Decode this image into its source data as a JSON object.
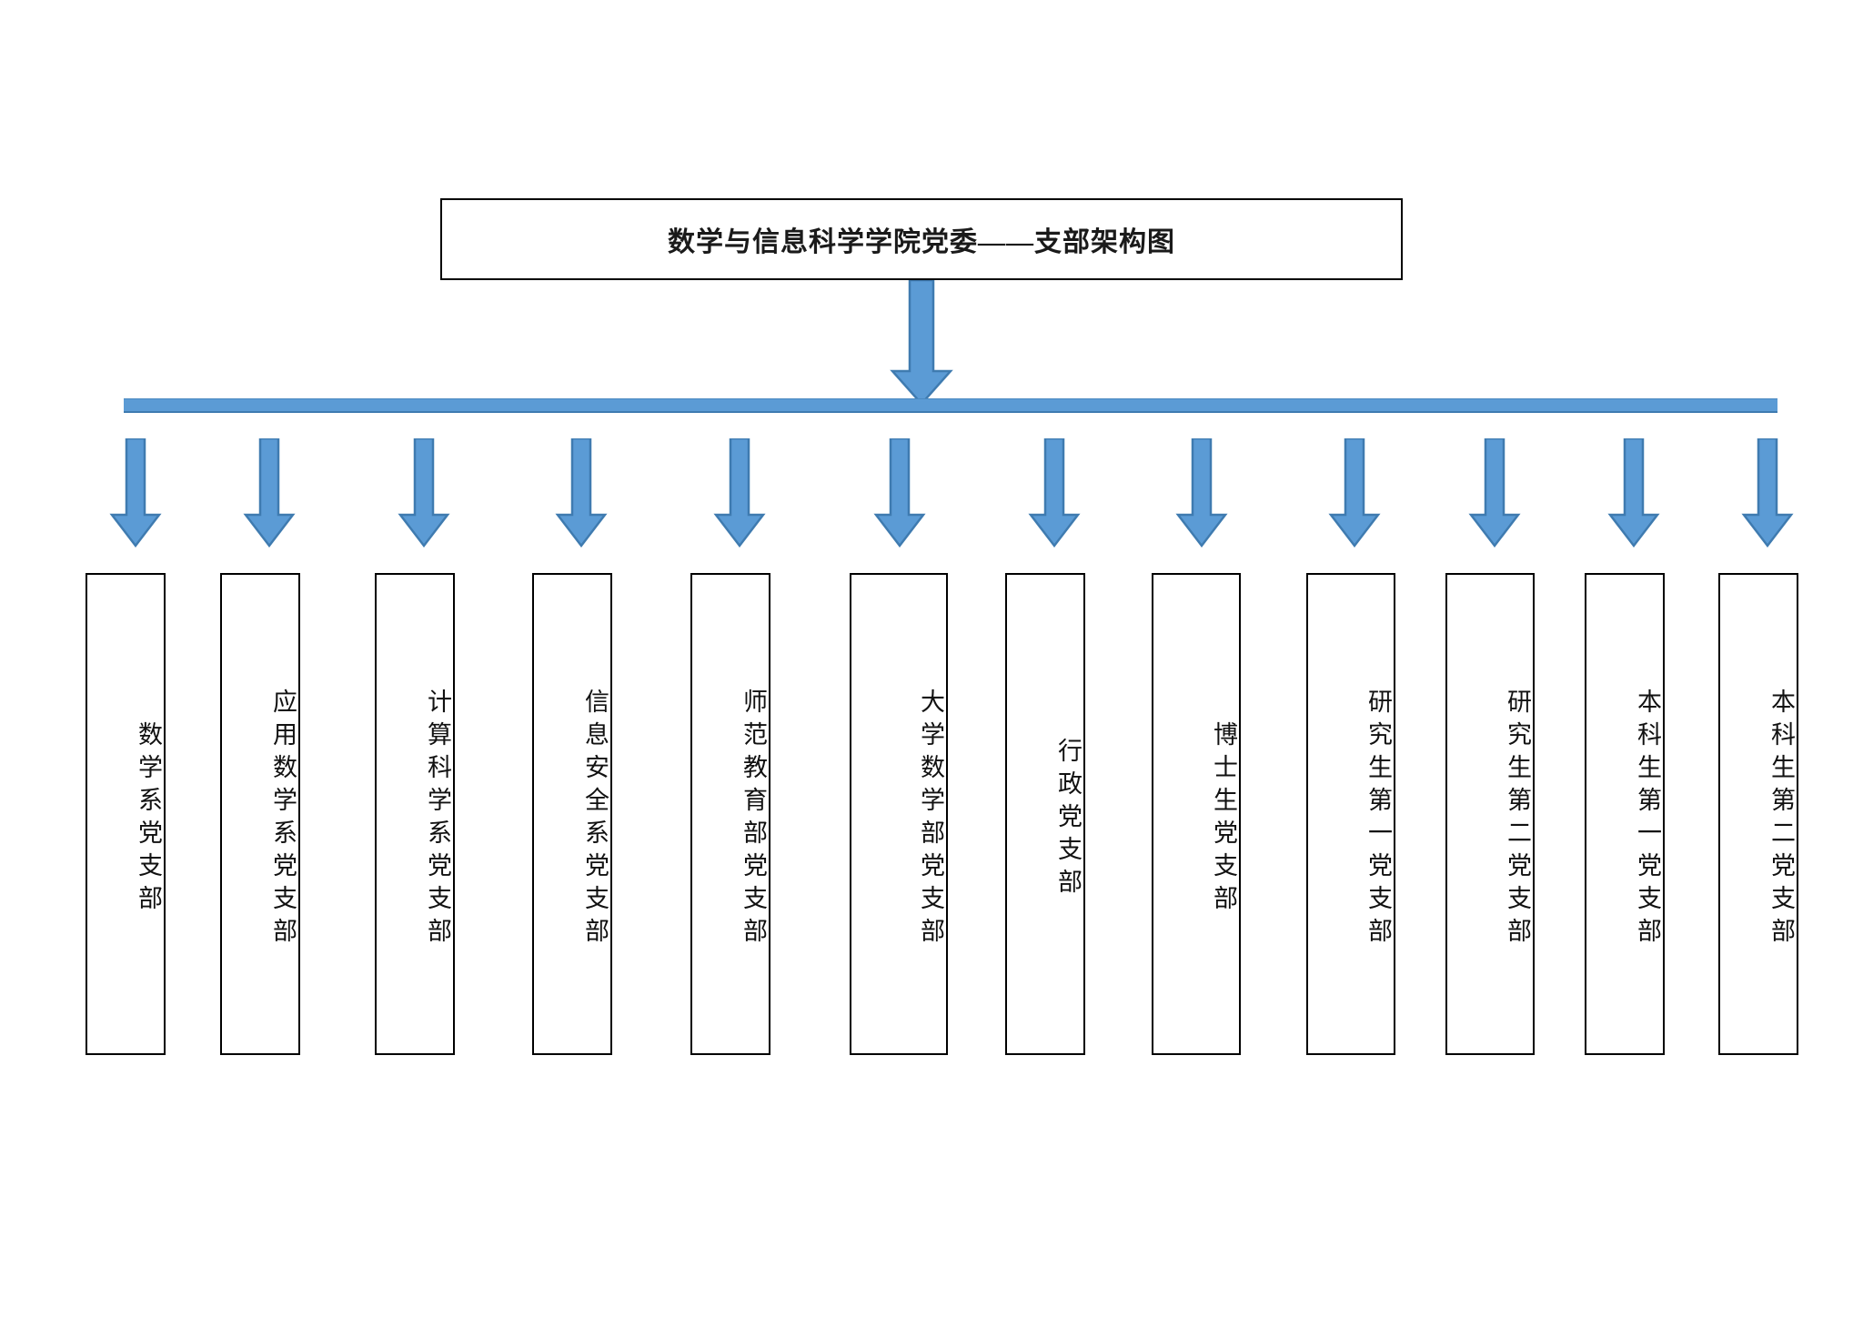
{
  "diagram": {
    "type": "organization-chart",
    "orientation": "top-down",
    "title": "数学与信息科学学院党委——支部架构图",
    "root": {
      "label": "数学与信息科学学院党委——支部架构图"
    },
    "connector": {
      "style": "blue-block-arrows",
      "accent_color": "#5B9BD5",
      "accent_border_color": "#3F7BB0",
      "box_border_color": "#000000",
      "background_color": "#FFFFFF"
    },
    "branch_count": 12,
    "branches": [
      {
        "id": 1,
        "label": "数学系党支部"
      },
      {
        "id": 2,
        "label": "应用数学系党支部"
      },
      {
        "id": 3,
        "label": "计算科学系党支部"
      },
      {
        "id": 4,
        "label": "信息安全系党支部"
      },
      {
        "id": 5,
        "label": "师范教育部党支部"
      },
      {
        "id": 6,
        "label": "大学数学部党支部"
      },
      {
        "id": 7,
        "label": "行政党支部"
      },
      {
        "id": 8,
        "label": "博士生党支部"
      },
      {
        "id": 9,
        "label": "研究生第一党支部"
      },
      {
        "id": 10,
        "label": "研究生第二党支部"
      },
      {
        "id": 11,
        "label": "本科生第一党支部"
      },
      {
        "id": 12,
        "label": "本科生第二党支部"
      }
    ]
  }
}
